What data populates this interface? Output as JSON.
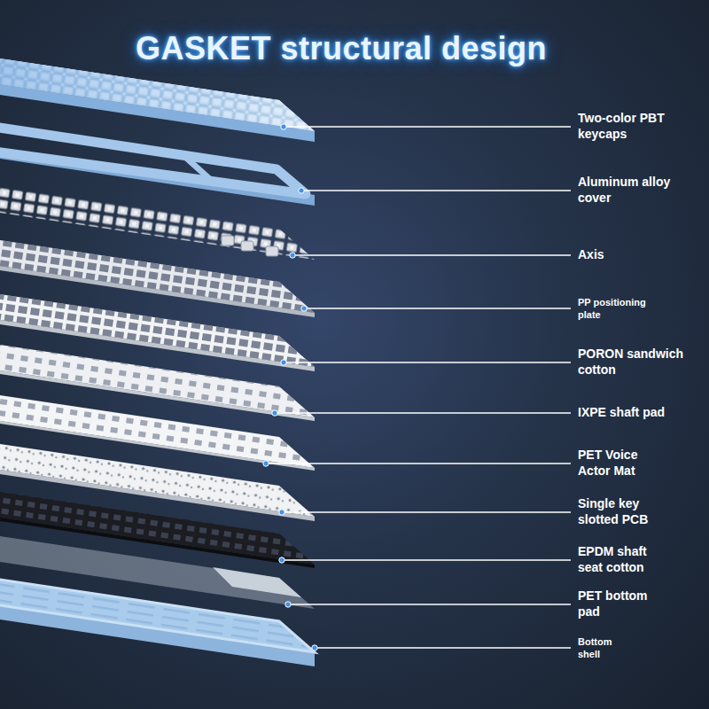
{
  "diagram": {
    "title": "GASKET structural design",
    "labels": [
      "Two-color PBT keycaps",
      "Aluminum alloy cover",
      "Axis",
      "PP positioning plate",
      "PORON sandwich cotton",
      "IXPE shaft pad",
      "PET Voice Actor Mat",
      "Single key slotted PCB",
      "EPDM shaft seat cotton",
      "PET bottom pad",
      "Bottom shell"
    ]
  }
}
